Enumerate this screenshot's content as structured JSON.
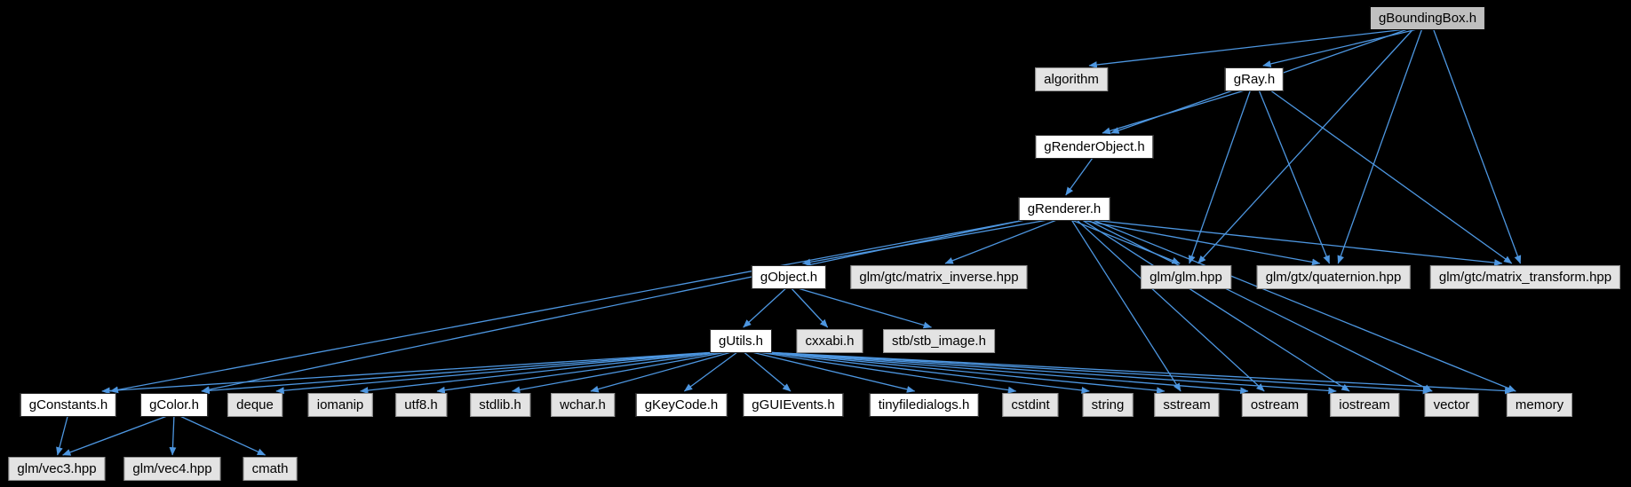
{
  "graph": {
    "title": "gBoundingBox.h include dependency graph",
    "background_color": "#000000",
    "edge_color": "#4d96e0",
    "node_fill_internal": "#ffffff",
    "node_fill_external": "#e3e3e3",
    "node_fill_current": "#bfbfbf",
    "nodes": [
      {
        "id": "boundingbox",
        "label": "gBoundingBox.h",
        "type": "current"
      },
      {
        "id": "algorithm",
        "label": "algorithm",
        "type": "external"
      },
      {
        "id": "ray",
        "label": "gRay.h",
        "type": "internal"
      },
      {
        "id": "renderobject",
        "label": "gRenderObject.h",
        "type": "internal"
      },
      {
        "id": "renderer",
        "label": "gRenderer.h",
        "type": "internal"
      },
      {
        "id": "object",
        "label": "gObject.h",
        "type": "internal"
      },
      {
        "id": "matrix_inverse",
        "label": "glm/gtc/matrix_inverse.hpp",
        "type": "external"
      },
      {
        "id": "glm",
        "label": "glm/glm.hpp",
        "type": "external"
      },
      {
        "id": "quaternion",
        "label": "glm/gtx/quaternion.hpp",
        "type": "external"
      },
      {
        "id": "matrix_transform",
        "label": "glm/gtc/matrix_transform.hpp",
        "type": "external"
      },
      {
        "id": "utils",
        "label": "gUtils.h",
        "type": "internal"
      },
      {
        "id": "cxxabi",
        "label": "cxxabi.h",
        "type": "external"
      },
      {
        "id": "stb_image",
        "label": "stb/stb_image.h",
        "type": "external"
      },
      {
        "id": "constants",
        "label": "gConstants.h",
        "type": "internal"
      },
      {
        "id": "color",
        "label": "gColor.h",
        "type": "internal"
      },
      {
        "id": "deque",
        "label": "deque",
        "type": "external"
      },
      {
        "id": "iomanip",
        "label": "iomanip",
        "type": "external"
      },
      {
        "id": "utf8",
        "label": "utf8.h",
        "type": "external"
      },
      {
        "id": "stdlib",
        "label": "stdlib.h",
        "type": "external"
      },
      {
        "id": "wchar",
        "label": "wchar.h",
        "type": "external"
      },
      {
        "id": "keycode",
        "label": "gKeyCode.h",
        "type": "internal"
      },
      {
        "id": "guievents",
        "label": "gGUIEvents.h",
        "type": "internal"
      },
      {
        "id": "tinyfiledialogs",
        "label": "tinyfiledialogs.h",
        "type": "internal"
      },
      {
        "id": "cstdint",
        "label": "cstdint",
        "type": "external"
      },
      {
        "id": "string",
        "label": "string",
        "type": "external"
      },
      {
        "id": "sstream",
        "label": "sstream",
        "type": "external"
      },
      {
        "id": "ostream",
        "label": "ostream",
        "type": "external"
      },
      {
        "id": "iostream",
        "label": "iostream",
        "type": "external"
      },
      {
        "id": "vector",
        "label": "vector",
        "type": "external"
      },
      {
        "id": "memory",
        "label": "memory",
        "type": "external"
      },
      {
        "id": "vec3",
        "label": "glm/vec3.hpp",
        "type": "external"
      },
      {
        "id": "vec4",
        "label": "glm/vec4.hpp",
        "type": "external"
      },
      {
        "id": "cmath",
        "label": "cmath",
        "type": "external"
      }
    ],
    "edges": [
      [
        "boundingbox",
        "algorithm"
      ],
      [
        "boundingbox",
        "ray"
      ],
      [
        "boundingbox",
        "renderobject"
      ],
      [
        "boundingbox",
        "glm"
      ],
      [
        "boundingbox",
        "quaternion"
      ],
      [
        "boundingbox",
        "matrix_transform"
      ],
      [
        "ray",
        "renderobject"
      ],
      [
        "ray",
        "glm"
      ],
      [
        "ray",
        "quaternion"
      ],
      [
        "ray",
        "matrix_transform"
      ],
      [
        "renderobject",
        "renderer"
      ],
      [
        "renderer",
        "object"
      ],
      [
        "renderer",
        "matrix_inverse"
      ],
      [
        "renderer",
        "glm"
      ],
      [
        "renderer",
        "quaternion"
      ],
      [
        "renderer",
        "matrix_transform"
      ],
      [
        "renderer",
        "constants"
      ],
      [
        "renderer",
        "color"
      ],
      [
        "renderer",
        "sstream"
      ],
      [
        "renderer",
        "ostream"
      ],
      [
        "renderer",
        "iostream"
      ],
      [
        "renderer",
        "vector"
      ],
      [
        "renderer",
        "memory"
      ],
      [
        "object",
        "utils"
      ],
      [
        "object",
        "cxxabi"
      ],
      [
        "object",
        "stb_image"
      ],
      [
        "utils",
        "constants"
      ],
      [
        "utils",
        "color"
      ],
      [
        "utils",
        "deque"
      ],
      [
        "utils",
        "iomanip"
      ],
      [
        "utils",
        "utf8"
      ],
      [
        "utils",
        "stdlib"
      ],
      [
        "utils",
        "wchar"
      ],
      [
        "utils",
        "keycode"
      ],
      [
        "utils",
        "guievents"
      ],
      [
        "utils",
        "tinyfiledialogs"
      ],
      [
        "utils",
        "cstdint"
      ],
      [
        "utils",
        "string"
      ],
      [
        "utils",
        "sstream"
      ],
      [
        "utils",
        "ostream"
      ],
      [
        "utils",
        "iostream"
      ],
      [
        "utils",
        "vector"
      ],
      [
        "utils",
        "memory"
      ],
      [
        "constants",
        "vec3"
      ],
      [
        "color",
        "vec3"
      ],
      [
        "color",
        "vec4"
      ],
      [
        "color",
        "cmath"
      ]
    ]
  }
}
